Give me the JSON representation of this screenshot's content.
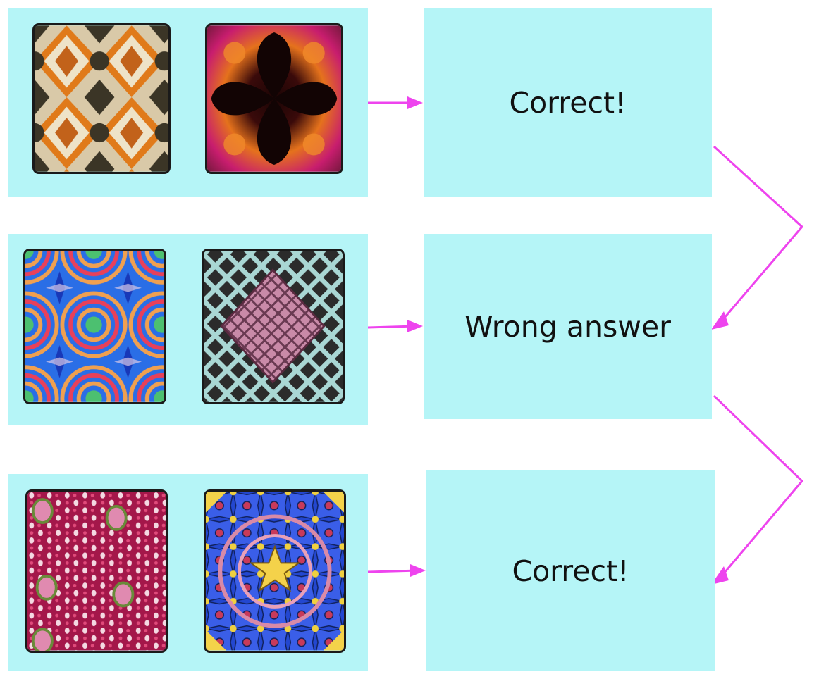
{
  "colors": {
    "panel": "#b5f5f7",
    "arrow": "#ee44ee",
    "tile_border": "#1a1a1a",
    "text": "#111111"
  },
  "rounds": [
    {
      "tiles": [
        {
          "icon": "orange-kaleidoscope-pattern"
        },
        {
          "icon": "magenta-fractal-pattern"
        }
      ],
      "result": "Correct!"
    },
    {
      "tiles": [
        {
          "icon": "rainbow-concentric-rings-pattern"
        },
        {
          "icon": "pink-diamond-lattice-pattern"
        }
      ],
      "result": "Wrong answer"
    },
    {
      "tiles": [
        {
          "icon": "crimson-mosaic-faces-pattern"
        },
        {
          "icon": "blue-yellow-star-mosaic-pattern"
        }
      ],
      "result": "Correct!"
    }
  ]
}
